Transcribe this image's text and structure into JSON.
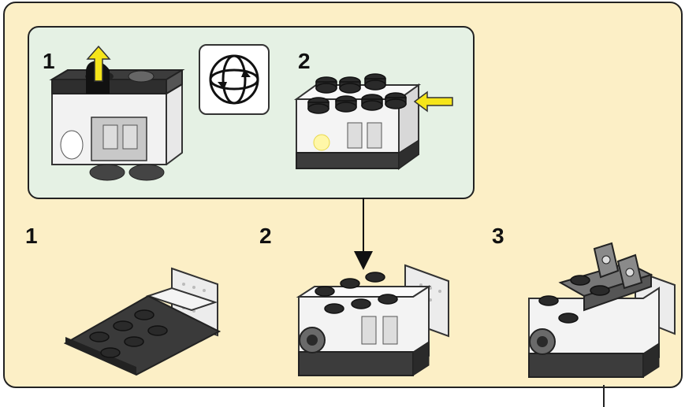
{
  "sub_steps": [
    {
      "number": "1"
    },
    {
      "number": "2"
    }
  ],
  "steps": [
    {
      "number": "1"
    },
    {
      "number": "2"
    },
    {
      "number": "3"
    }
  ],
  "icons": [
    "rotate-assembly-icon",
    "pull-arrow-icon",
    "push-arrow-icon",
    "connection-arrow-icon"
  ],
  "colors": {
    "page_bg": "#fcefc6",
    "substep_bg": "#e5f1e4",
    "brick_dark": "#3c3c3c",
    "brick_light": "#e9e9e9",
    "arrow_yellow": "#f5e51a"
  }
}
